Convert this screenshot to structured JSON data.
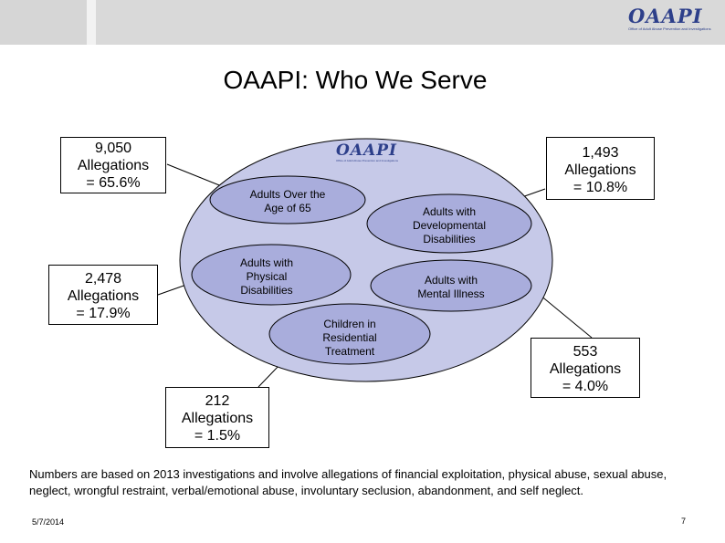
{
  "header": {
    "logo_text": "OAAPI",
    "logo_tagline": "Office of Adult Abuse Prevention and Investigations"
  },
  "title": "OAAPI: Who We Serve",
  "center_logo": {
    "text": "OAAPI",
    "tagline": "Office of Adult Abuse Prevention and Investigations"
  },
  "groups": [
    {
      "label": "Adults Over the Age of 65",
      "count": "9,050",
      "unit": "Allegations",
      "percent": "= 65.6%"
    },
    {
      "label": "Adults with Developmental Disabilities",
      "count": "1,493",
      "unit": "Allegations",
      "percent": "= 10.8%"
    },
    {
      "label": "Adults with Physical Disabilities",
      "count": "2,478",
      "unit": "Allegations",
      "percent": "= 17.9%"
    },
    {
      "label": "Adults with Mental Illness",
      "count": "553",
      "unit": "Allegations",
      "percent": "= 4.0%"
    },
    {
      "label": "Children in Residential Treatment",
      "count": "212",
      "unit": "Allegations",
      "percent": "= 1.5%"
    }
  ],
  "ovals": {
    "over65": [
      "Adults Over the",
      "Age of 65"
    ],
    "developmental": [
      "Adults with",
      "Developmental",
      "Disabilities"
    ],
    "physical": [
      "Adults with",
      "Physical",
      "Disabilities"
    ],
    "mental": [
      "Adults with",
      "Mental Illness"
    ],
    "children": [
      "Children in",
      "Residential",
      "Treatment"
    ]
  },
  "footnote": "Numbers are based on 2013 investigations and involve allegations of financial exploitation, physical abuse, sexual abuse, neglect, wrongful restraint, verbal/emotional abuse, involuntary seclusion, abandonment, and self neglect.",
  "footer": {
    "date": "5/7/2014",
    "page_number": "7"
  },
  "colors": {
    "big_ellipse": "#c6c9e8",
    "inner_oval": "#a9addc",
    "logo_blue": "#2d3f8a",
    "header_gray": "#d8d8d8"
  }
}
